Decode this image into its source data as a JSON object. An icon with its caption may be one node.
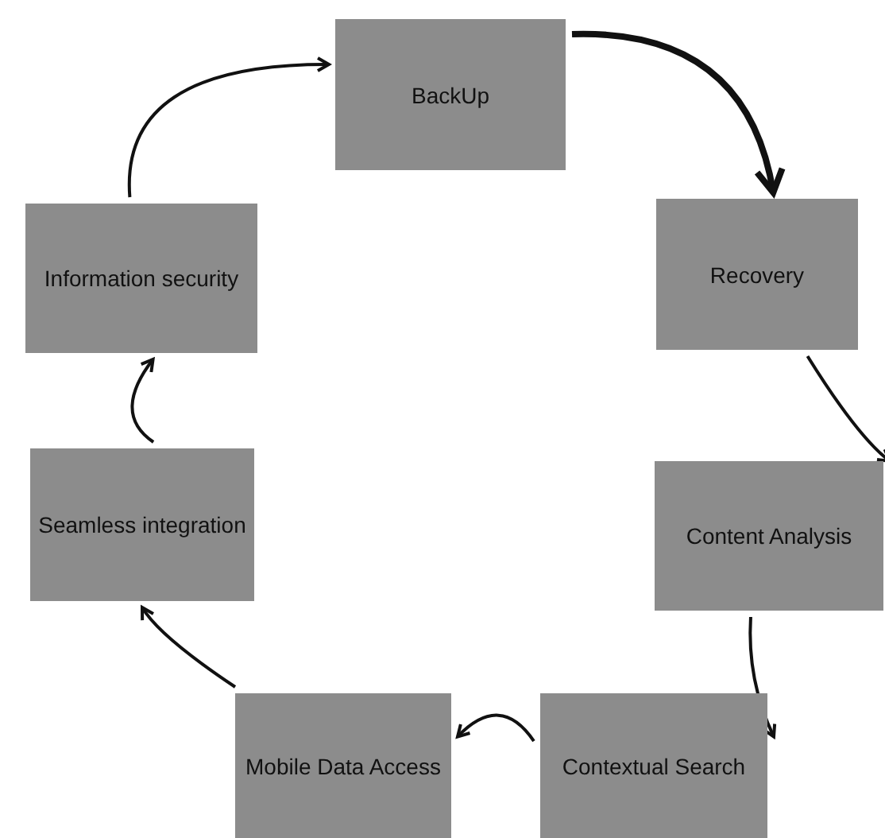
{
  "diagram": {
    "nodes": [
      {
        "text": [
          "BackUp"
        ]
      },
      {
        "text": [
          "Recovery"
        ]
      },
      {
        "text": [
          "Content Analysis"
        ]
      },
      {
        "text": [
          "Contextual Search"
        ]
      },
      {
        "text": [
          "Mobile Data Access"
        ]
      },
      {
        "text": [
          "Seamless integration"
        ]
      },
      {
        "text": [
          "Information security"
        ]
      }
    ],
    "edges": [
      {
        "from": 0,
        "to": 1,
        "arrow": "to",
        "style": "thick"
      },
      {
        "from": 1,
        "to": 2,
        "arrow": "to"
      },
      {
        "from": 2,
        "to": 3,
        "arrow": "to"
      },
      {
        "from": 3,
        "to": 4,
        "arrow": "to"
      },
      {
        "from": 4,
        "to": 5,
        "arrow": "to"
      },
      {
        "from": 5,
        "to": 6,
        "arrow": "to"
      },
      {
        "from": 6,
        "to": 0,
        "arrow": "to"
      }
    ]
  }
}
